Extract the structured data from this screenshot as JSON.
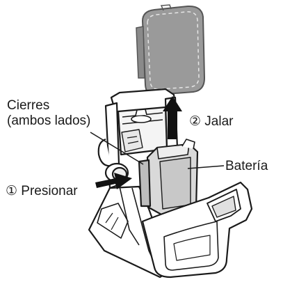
{
  "labels": {
    "latches": "Cierres",
    "latches_sides": "(ambos lados)",
    "step2": "② Jalar",
    "battery": "Batería",
    "step1": "① Presionar"
  },
  "colors": {
    "line": "#1a1a1a",
    "body_fill": "#ffffff",
    "removed_battery_fill": "#9a9a9a",
    "removed_battery_line": "#555555",
    "battery_fill": "#d9d9d9",
    "arrow_fill": "#111111"
  }
}
